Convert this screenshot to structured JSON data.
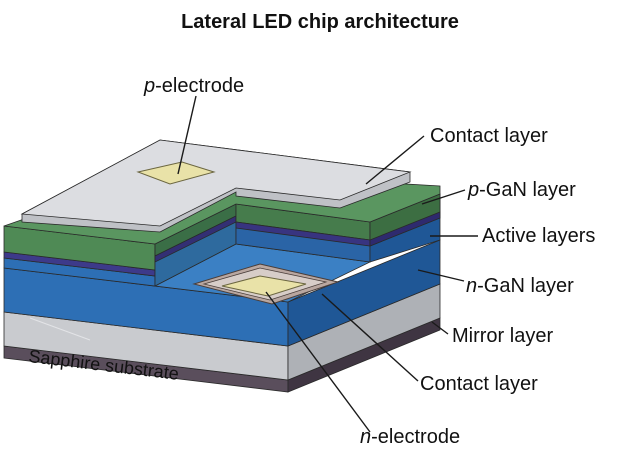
{
  "title": "Lateral LED chip architecture",
  "labels": {
    "p_electrode": {
      "italic": "p",
      "rest": "-electrode"
    },
    "contact_layer_top": "Contact layer",
    "p_gan_layer": {
      "italic": "p",
      "rest": "-GaN layer"
    },
    "active_layers": "Active layers",
    "n_gan_layer": {
      "italic": "n",
      "rest": "-GaN layer"
    },
    "mirror_layer": "Mirror layer",
    "contact_layer_bottom": "Contact layer",
    "n_electrode": {
      "italic": "n",
      "rest": "-electrode"
    },
    "sapphire_substrate": "Sapphire substrate"
  },
  "colors": {
    "contact_layer": "#dcdde1",
    "electrode": "#e9e2a8",
    "p_gan": "#4f8a55",
    "active": "#3d3a8a",
    "n_gan": "#2d6fb5",
    "sapphire": "#c9cbcf",
    "mirror": "#5a4e5c"
  }
}
